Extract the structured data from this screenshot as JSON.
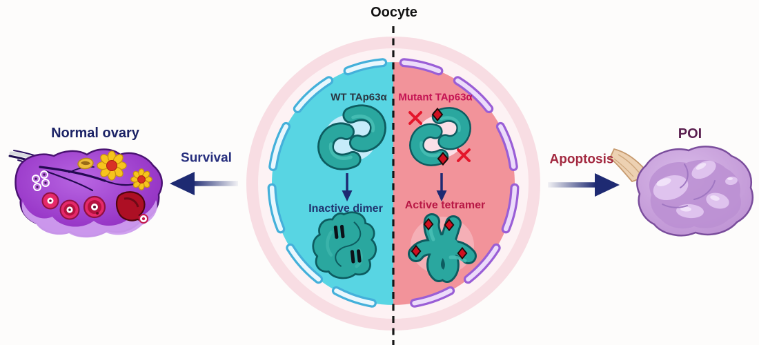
{
  "title": {
    "oocyte": "Oocyte"
  },
  "oocyte_cell": {
    "wt_side": {
      "protein_label": "WT TAp63α",
      "result_label": "Inactive dimer"
    },
    "mutant_side": {
      "protein_label": "Mutant TAp63α",
      "result_label": "Active tetramer"
    }
  },
  "survival_pathway": {
    "process_label": "Survival",
    "outcome_label": "Normal ovary"
  },
  "apoptosis_pathway": {
    "process_label": "Apoptosis",
    "outcome_label": "POI"
  },
  "icons": {
    "divider": "dashed-line",
    "survival_arrow": "left-arrow",
    "apoptosis_arrow": "right-arrow",
    "conversion_arrows": "down-arrow",
    "mutation_marks": [
      "red-x",
      "red-diamond"
    ]
  },
  "colors": {
    "wt_half_cyan": "#58d5e3",
    "mutant_half_pink": "#f2939a",
    "halo_pink": "#f8dde3",
    "membrane_cyan": "#44b0da",
    "membrane_purple": "#9a5ed6",
    "protein_teal": "#2aa79f",
    "arrow_navy": "#1e2a72",
    "mutant_text_crimson": "#c41353",
    "mutation_red": "#cf1020",
    "normal_ovary_purple": "#9b3bca",
    "poi_lavender": "#c9a2dc",
    "poi_text_purple": "#5a1f4f"
  }
}
